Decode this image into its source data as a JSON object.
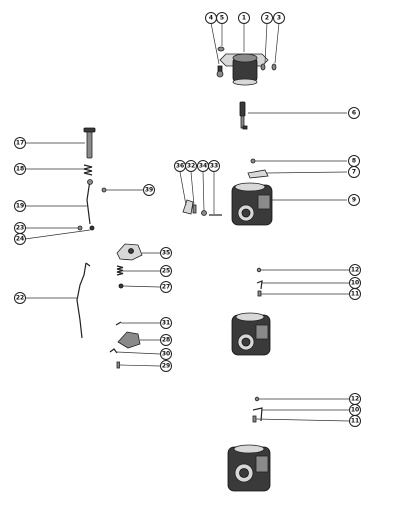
{
  "callouts": [
    {
      "id": "c4",
      "label": "4"
    },
    {
      "id": "c5",
      "label": "5"
    },
    {
      "id": "c1",
      "label": "1"
    },
    {
      "id": "c2",
      "label": "2"
    },
    {
      "id": "c3",
      "label": "3"
    },
    {
      "id": "c6",
      "label": "6"
    },
    {
      "id": "c17",
      "label": "17"
    },
    {
      "id": "c18",
      "label": "18"
    },
    {
      "id": "c36",
      "label": "36"
    },
    {
      "id": "c32",
      "label": "32"
    },
    {
      "id": "c34",
      "label": "34"
    },
    {
      "id": "c33",
      "label": "33"
    },
    {
      "id": "c8",
      "label": "8"
    },
    {
      "id": "c7",
      "label": "7"
    },
    {
      "id": "c39",
      "label": "39"
    },
    {
      "id": "c9",
      "label": "9"
    },
    {
      "id": "c19",
      "label": "19"
    },
    {
      "id": "c23",
      "label": "23"
    },
    {
      "id": "c24",
      "label": "24"
    },
    {
      "id": "c35",
      "label": "35"
    },
    {
      "id": "c25",
      "label": "25"
    },
    {
      "id": "c27",
      "label": "27"
    },
    {
      "id": "c22",
      "label": "22"
    },
    {
      "id": "c12a",
      "label": "12"
    },
    {
      "id": "c10a",
      "label": "10"
    },
    {
      "id": "c11a",
      "label": "11"
    },
    {
      "id": "c31",
      "label": "31"
    },
    {
      "id": "c28",
      "label": "28"
    },
    {
      "id": "c30",
      "label": "30"
    },
    {
      "id": "c29",
      "label": "29"
    },
    {
      "id": "c12b",
      "label": "12"
    },
    {
      "id": "c10b",
      "label": "10"
    },
    {
      "id": "c11b",
      "label": "11"
    }
  ]
}
